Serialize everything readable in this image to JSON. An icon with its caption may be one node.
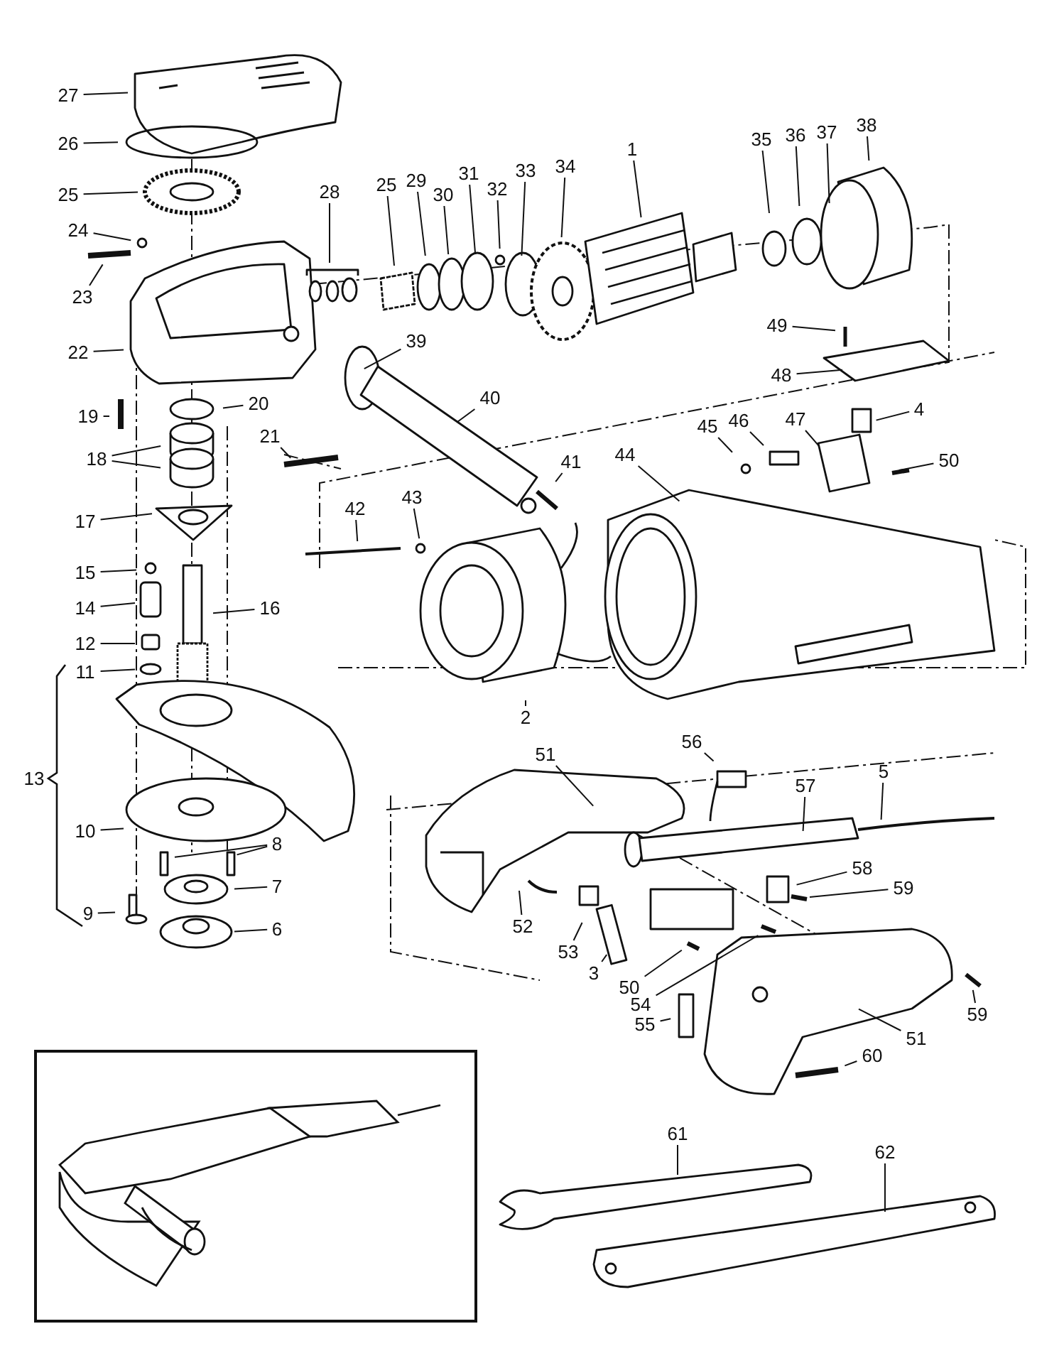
{
  "diagram": {
    "nodes": [
      {
        "text": [
          "27"
        ]
      },
      {
        "text": [
          "26"
        ]
      },
      {
        "text": [
          "25"
        ]
      },
      {
        "text": [
          "24"
        ]
      },
      {
        "text": [
          "23"
        ]
      },
      {
        "text": [
          "22"
        ]
      },
      {
        "text": [
          "28"
        ]
      },
      {
        "text": [
          "25"
        ]
      },
      {
        "text": [
          "29"
        ]
      },
      {
        "text": [
          "30"
        ]
      },
      {
        "text": [
          "31"
        ]
      },
      {
        "text": [
          "32"
        ]
      },
      {
        "text": [
          "33"
        ]
      },
      {
        "text": [
          "34"
        ]
      },
      {
        "text": [
          "1"
        ]
      },
      {
        "text": [
          "35"
        ]
      },
      {
        "text": [
          "36"
        ]
      },
      {
        "text": [
          "37"
        ]
      },
      {
        "text": [
          "38"
        ]
      },
      {
        "text": [
          "39"
        ]
      },
      {
        "text": [
          "49"
        ]
      },
      {
        "text": [
          "48"
        ]
      },
      {
        "text": [
          "40"
        ]
      },
      {
        "text": [
          "19"
        ]
      },
      {
        "text": [
          "20"
        ]
      },
      {
        "text": [
          "4"
        ]
      },
      {
        "text": [
          "45"
        ]
      },
      {
        "text": [
          "46"
        ]
      },
      {
        "text": [
          "47"
        ]
      },
      {
        "text": [
          "21"
        ]
      },
      {
        "text": [
          "18"
        ]
      },
      {
        "text": [
          "41"
        ]
      },
      {
        "text": [
          "44"
        ]
      },
      {
        "text": [
          "50"
        ]
      },
      {
        "text": [
          "42"
        ]
      },
      {
        "text": [
          "43"
        ]
      },
      {
        "text": [
          "17"
        ]
      },
      {
        "text": [
          "15"
        ]
      },
      {
        "text": [
          "14"
        ]
      },
      {
        "text": [
          "16"
        ]
      },
      {
        "text": [
          "12"
        ]
      },
      {
        "text": [
          "11"
        ]
      },
      {
        "text": [
          "2"
        ]
      },
      {
        "text": [
          "56"
        ]
      },
      {
        "text": [
          "5"
        ]
      },
      {
        "text": [
          "51"
        ]
      },
      {
        "text": [
          "57"
        ]
      },
      {
        "text": [
          "10"
        ]
      },
      {
        "text": [
          "8"
        ]
      },
      {
        "text": [
          "7"
        ]
      },
      {
        "text": [
          "9"
        ]
      },
      {
        "text": [
          "6"
        ]
      },
      {
        "text": [
          "58"
        ]
      },
      {
        "text": [
          "59"
        ]
      },
      {
        "text": [
          "52"
        ]
      },
      {
        "text": [
          "53"
        ]
      },
      {
        "text": [
          "3"
        ]
      },
      {
        "text": [
          "50"
        ]
      },
      {
        "text": [
          "54"
        ]
      },
      {
        "text": [
          "59"
        ]
      },
      {
        "text": [
          "55"
        ]
      },
      {
        "text": [
          "51"
        ]
      },
      {
        "text": [
          "60"
        ]
      },
      {
        "text": [
          "61"
        ]
      },
      {
        "text": [
          "62"
        ]
      }
    ],
    "edges": [
      {
        "from": 0,
        "to": null,
        "arrow": "none"
      },
      {
        "from": 1,
        "to": null,
        "arrow": "none"
      },
      {
        "from": 2,
        "to": null,
        "arrow": "none"
      },
      {
        "from": 3,
        "to": null,
        "arrow": "none"
      },
      {
        "from": 4,
        "to": null,
        "arrow": "none"
      },
      {
        "from": 5,
        "to": null,
        "arrow": "none"
      },
      {
        "from": 6,
        "to": null,
        "arrow": "none"
      },
      {
        "from": 7,
        "to": null,
        "arrow": "none"
      },
      {
        "from": 8,
        "to": null,
        "arrow": "none"
      },
      {
        "from": 9,
        "to": null,
        "arrow": "none"
      },
      {
        "from": 10,
        "to": null,
        "arrow": "none"
      },
      {
        "from": 11,
        "to": null,
        "arrow": "none"
      },
      {
        "from": 12,
        "to": null,
        "arrow": "none"
      },
      {
        "from": 13,
        "to": null,
        "arrow": "none"
      },
      {
        "from": 14,
        "to": null,
        "arrow": "none"
      },
      {
        "from": 15,
        "to": null,
        "arrow": "none"
      },
      {
        "from": 16,
        "to": null,
        "arrow": "none"
      },
      {
        "from": 17,
        "to": null,
        "arrow": "none"
      },
      {
        "from": 18,
        "to": null,
        "arrow": "none"
      },
      {
        "from": 19,
        "to": null,
        "arrow": "none"
      },
      {
        "from": 20,
        "to": null,
        "arrow": "none"
      },
      {
        "from": 21,
        "to": null,
        "arrow": "none"
      },
      {
        "from": 22,
        "to": null,
        "arrow": "none"
      },
      {
        "from": 23,
        "to": null,
        "arrow": "none"
      },
      {
        "from": 24,
        "to": null,
        "arrow": "none"
      },
      {
        "from": 25,
        "to": null,
        "arrow": "none"
      },
      {
        "from": 26,
        "to": null,
        "arrow": "none"
      },
      {
        "from": 27,
        "to": null,
        "arrow": "none"
      },
      {
        "from": 28,
        "to": null,
        "arrow": "none"
      },
      {
        "from": 29,
        "to": null,
        "arrow": "none"
      },
      {
        "from": 30,
        "to": null,
        "arrow": "none"
      },
      {
        "from": 30,
        "to": null,
        "arrow": "none"
      },
      {
        "from": 31,
        "to": null,
        "arrow": "none"
      },
      {
        "from": 32,
        "to": null,
        "arrow": "none"
      },
      {
        "from": 33,
        "to": null,
        "arrow": "none"
      },
      {
        "from": 34,
        "to": null,
        "arrow": "none"
      },
      {
        "from": 35,
        "to": null,
        "arrow": "none"
      },
      {
        "from": 36,
        "to": null,
        "arrow": "none"
      },
      {
        "from": 37,
        "to": null,
        "arrow": "none"
      },
      {
        "from": 38,
        "to": null,
        "arrow": "none"
      },
      {
        "from": 39,
        "to": null,
        "arrow": "none"
      },
      {
        "from": 40,
        "to": null,
        "arrow": "none"
      },
      {
        "from": 41,
        "to": null,
        "arrow": "none"
      },
      {
        "from": 42,
        "to": null,
        "arrow": "none"
      },
      {
        "from": 43,
        "to": null,
        "arrow": "none"
      },
      {
        "from": 44,
        "to": null,
        "arrow": "none"
      },
      {
        "from": 45,
        "to": null,
        "arrow": "none"
      },
      {
        "from": 46,
        "to": null,
        "arrow": "none"
      },
      {
        "from": 47,
        "to": null,
        "arrow": "none"
      },
      {
        "from": 48,
        "to": null,
        "arrow": "none"
      },
      {
        "from": 48,
        "to": null,
        "arrow": "none"
      },
      {
        "from": 49,
        "to": null,
        "arrow": "none"
      },
      {
        "from": 50,
        "to": null,
        "arrow": "none"
      },
      {
        "from": 51,
        "to": null,
        "arrow": "none"
      },
      {
        "from": 52,
        "to": null,
        "arrow": "none"
      },
      {
        "from": 53,
        "to": null,
        "arrow": "none"
      },
      {
        "from": 54,
        "to": null,
        "arrow": "none"
      },
      {
        "from": 55,
        "to": null,
        "arrow": "none"
      },
      {
        "from": 56,
        "to": null,
        "arrow": "none"
      },
      {
        "from": 57,
        "to": null,
        "arrow": "none"
      },
      {
        "from": 58,
        "to": null,
        "arrow": "none"
      },
      {
        "from": 59,
        "to": null,
        "arrow": "none"
      },
      {
        "from": 60,
        "to": null,
        "arrow": "none"
      },
      {
        "from": 61,
        "to": null,
        "arrow": "none"
      },
      {
        "from": 62,
        "to": null,
        "arrow": "none"
      },
      {
        "from": 63,
        "to": null,
        "arrow": "none"
      },
      {
        "from": 64,
        "to": null,
        "arrow": "none"
      }
    ],
    "labels": [
      "13"
    ]
  }
}
